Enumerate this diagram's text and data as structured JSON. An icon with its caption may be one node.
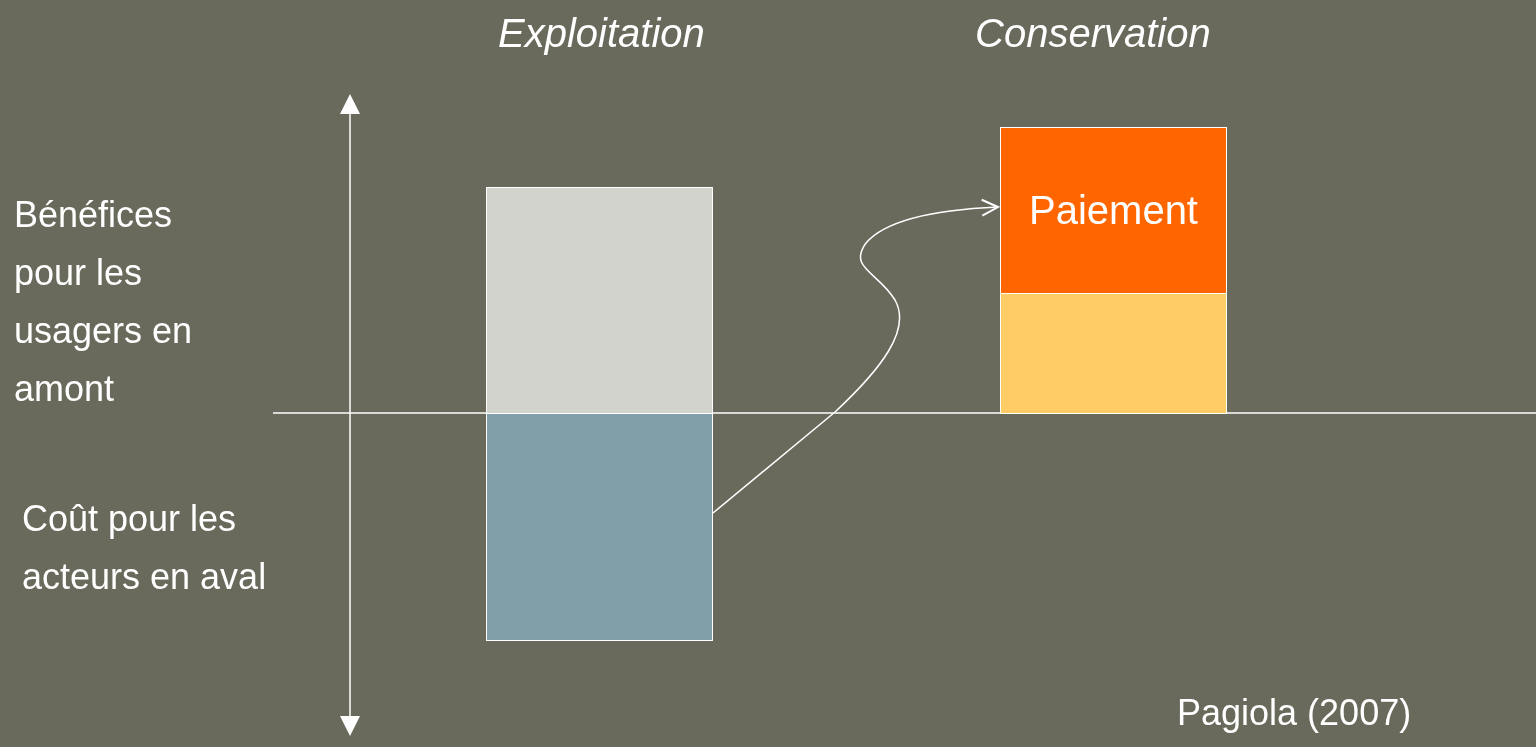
{
  "diagram": {
    "nodes": [
      {
        "text": [],
        "shape": "bar"
      },
      {
        "text": [],
        "shape": "bar"
      },
      {
        "text": [
          "Paiement"
        ]
      },
      {
        "text": [],
        "shape": "bar"
      }
    ],
    "edges": [
      {
        "from": 1,
        "to": 2,
        "arrow": "to"
      }
    ],
    "labels": [
      "Exploitation",
      "Conservation",
      "Bénéfices pour les usagers en amont",
      "Coût pour les acteurs en aval",
      "Pagiola (2007)"
    ]
  }
}
